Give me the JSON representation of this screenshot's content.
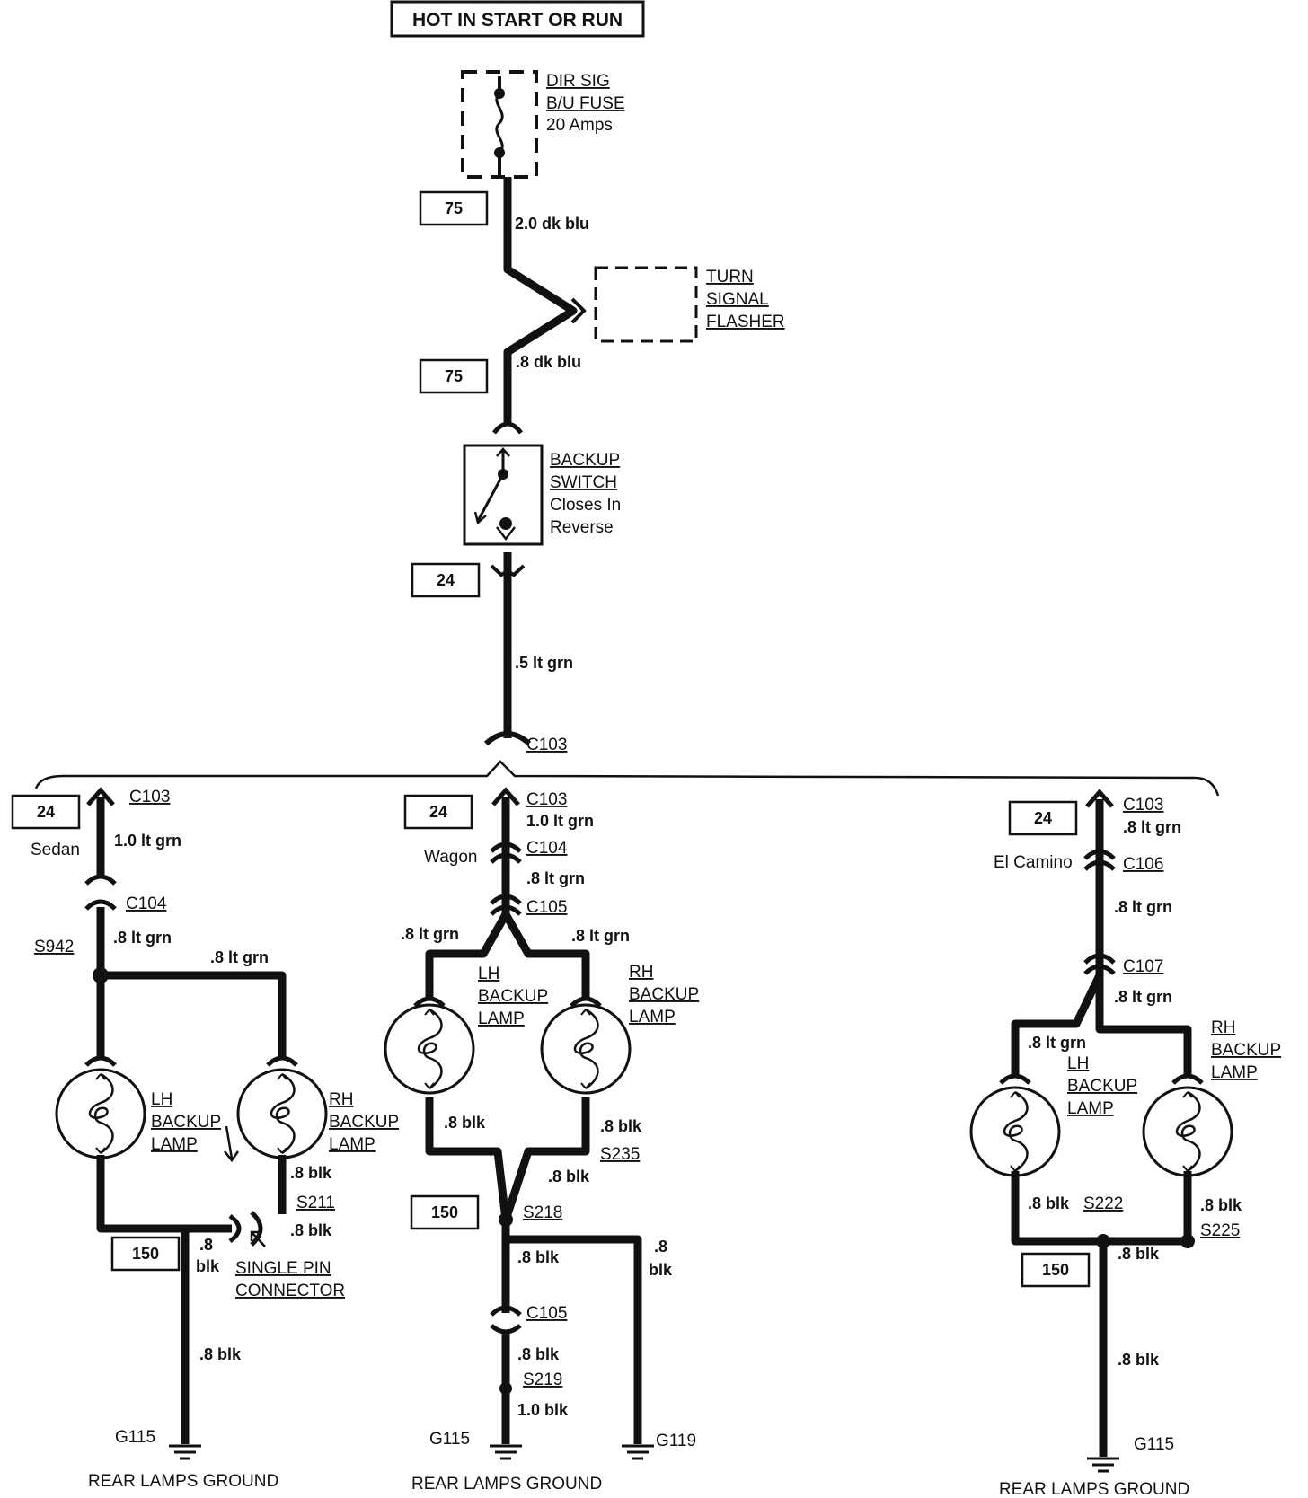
{
  "header": "HOT IN START OR RUN",
  "fuse": {
    "line1": "DIR SIG",
    "line2": "B/U FUSE",
    "line3": "20 Amps"
  },
  "flasher": {
    "line1": "TURN",
    "line2": "SIGNAL",
    "line3": "FLASHER"
  },
  "backup_switch": {
    "line1": "BACKUP",
    "line2": "SWITCH",
    "line3": "Closes In",
    "line4": "Reverse"
  },
  "boxes": {
    "n75": "75",
    "n24": "24",
    "n150": "150"
  },
  "wires": {
    "w1": "2.0 dk blu",
    "w2": ".8 dk blu",
    "w3": ".5 lt grn",
    "c103": "C103"
  },
  "sedan": {
    "name": "Sedan",
    "c103": "C103",
    "w1": "1.0 lt grn",
    "c104": "C104",
    "s942": "S942",
    "w2": ".8 lt grn",
    "w3": ".8 lt grn",
    "lh1": "LH",
    "lh2": "BACKUP",
    "lh3": "LAMP",
    "rh1": "RH",
    "rh2": "BACKUP",
    "rh3": "LAMP",
    "w4": ".8 blk",
    "s211": "S211",
    "w5": ".8 blk",
    "w6a": ".8",
    "w6b": "blk",
    "conn1": "SINGLE PIN",
    "conn2": "CONNECTOR",
    "w7": ".8 blk",
    "ground": "G115",
    "ground_label": "REAR LAMPS GROUND"
  },
  "wagon": {
    "name": "Wagon",
    "c103": "C103",
    "w1": "1.0 lt grn",
    "c104": "C104",
    "w2": ".8 lt grn",
    "c105": "C105",
    "w3": ".8 lt grn",
    "w4": ".8 lt grn",
    "lh1": "LH",
    "lh2": "BACKUP",
    "lh3": "LAMP",
    "rh1": "RH",
    "rh2": "BACKUP",
    "rh3": "LAMP",
    "w5": ".8 blk",
    "w6": ".8 blk",
    "s235": "S235",
    "w7": ".8 blk",
    "s218": "S218",
    "w8": ".8 blk",
    "w9a": ".8",
    "w9b": "blk",
    "c105b": "C105",
    "w10": ".8 blk",
    "s219": "S219",
    "w11": "1.0 blk",
    "ground1": "G115",
    "ground2": "G119",
    "ground_label": "REAR LAMPS GROUND"
  },
  "elcamino": {
    "name": "El Camino",
    "c103": "C103",
    "w1": ".8 lt grn",
    "c106": "C106",
    "w2": ".8 lt grn",
    "c107": "C107",
    "w3": ".8 lt grn",
    "w4": ".8 lt grn",
    "lh1": "LH",
    "lh2": "BACKUP",
    "lh3": "LAMP",
    "rh1": "RH",
    "rh2": "BACKUP",
    "rh3": "LAMP",
    "w5": ".8 blk",
    "s222": "S222",
    "w6": ".8 blk",
    "s225": "S225",
    "w7": ".8 blk",
    "w8": ".8 blk",
    "ground": "G115",
    "ground_label": "REAR LAMPS GROUND"
  }
}
